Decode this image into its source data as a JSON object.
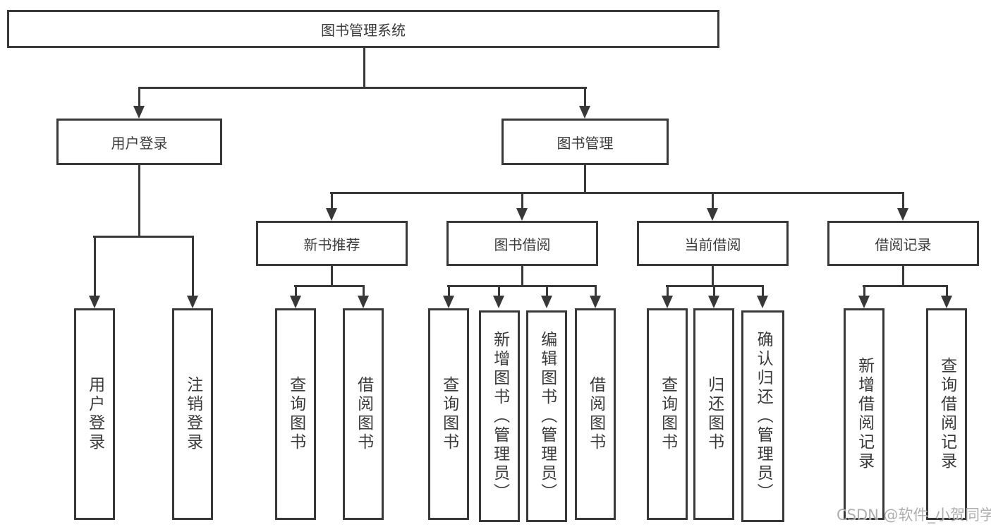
{
  "diagram": {
    "root": {
      "label": "图书管理系统"
    },
    "level2": [
      {
        "id": "user-login",
        "label": "用户登录"
      },
      {
        "id": "book-management",
        "label": "图书管理"
      }
    ],
    "level3": [
      {
        "id": "new-book-recommend",
        "label": "新书推荐"
      },
      {
        "id": "book-borrowing",
        "label": "图书借阅"
      },
      {
        "id": "current-borrowing",
        "label": "当前借阅"
      },
      {
        "id": "borrowing-records",
        "label": "借阅记录"
      }
    ],
    "leaves": {
      "user_login": [
        "用户登录",
        "注销登录"
      ],
      "new_book_recommend": [
        "查询图书",
        "借阅图书"
      ],
      "book_borrowing": [
        "查询图书",
        "新增图书（管理员）",
        "编辑图书（管理员）",
        "借阅图书"
      ],
      "current_borrowing": [
        "查询图书",
        "归还图书",
        "确认归还（管理员）"
      ],
      "borrowing_records": [
        "新增借阅记录",
        "查询借阅记录"
      ]
    }
  },
  "watermark": {
    "text": "CSDN @软件_小贺同学"
  },
  "colors": {
    "line": "#383838",
    "text": "#3a3a3a",
    "background": "#ffffff",
    "watermark": "#a6a6a6"
  }
}
